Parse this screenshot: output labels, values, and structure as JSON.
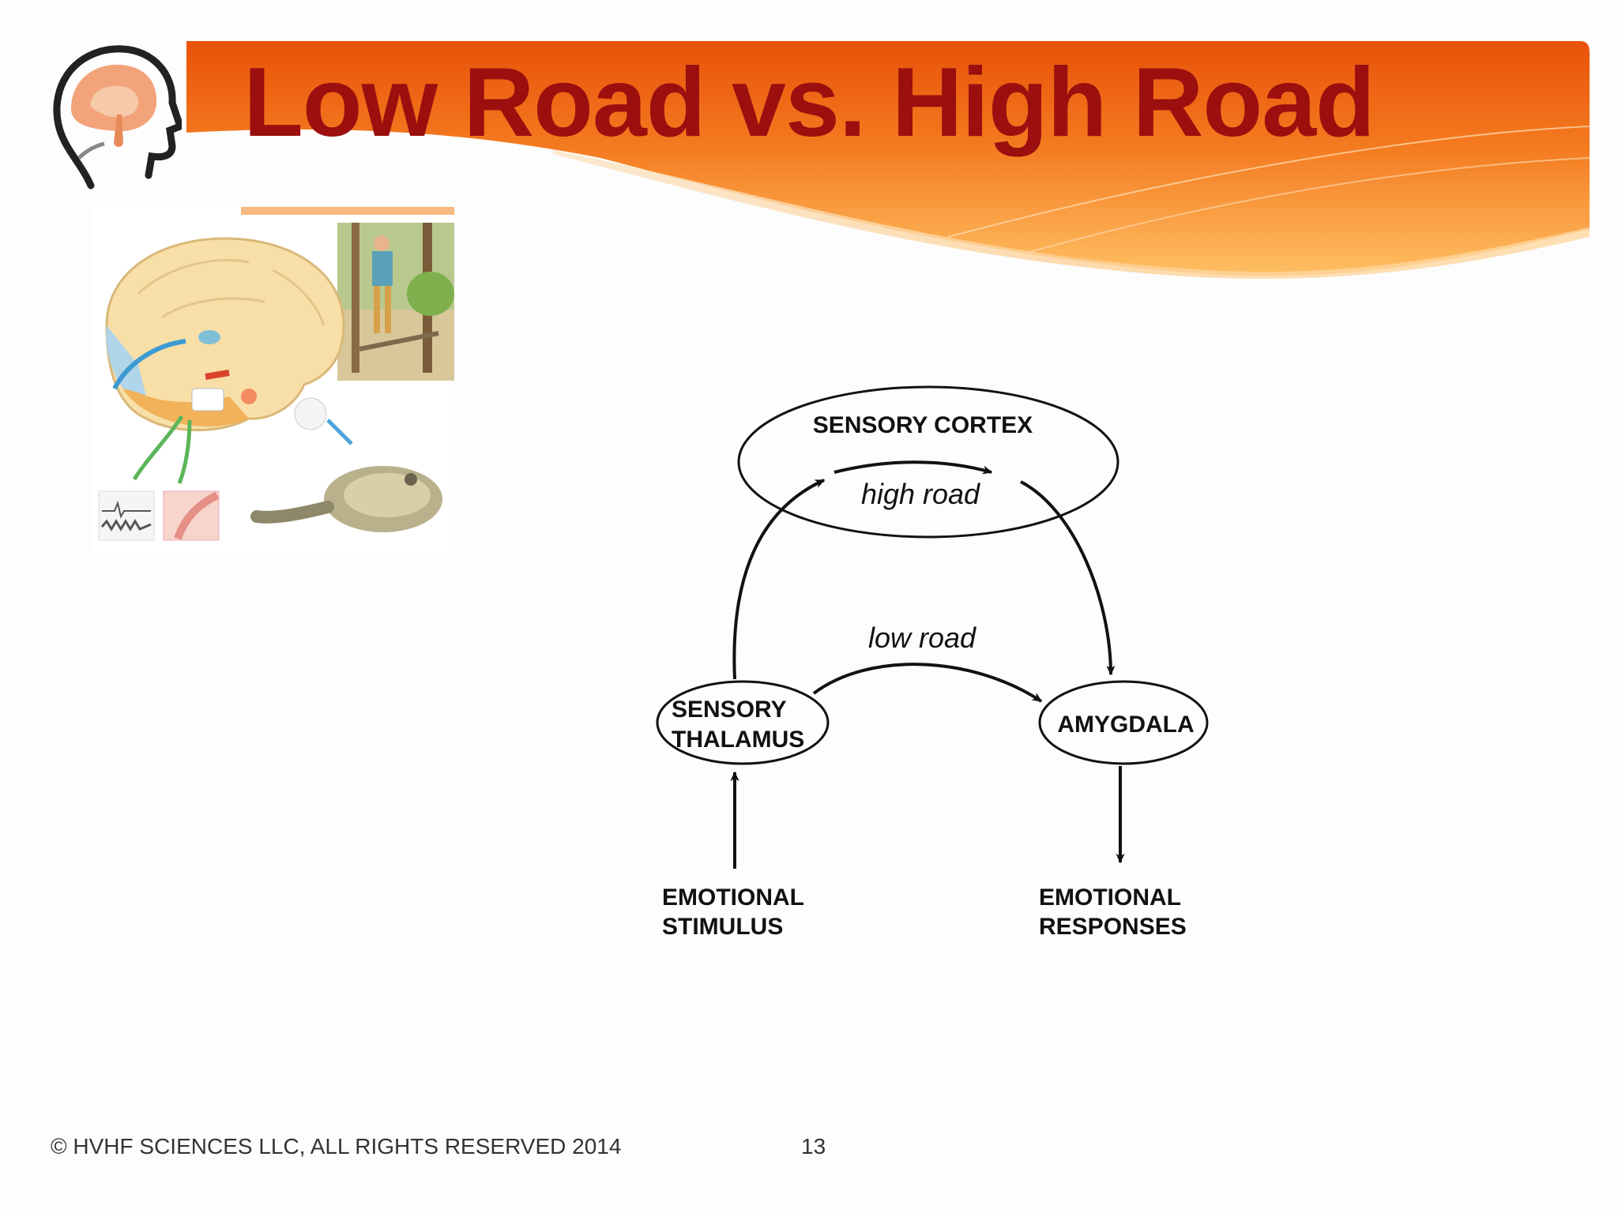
{
  "slide": {
    "title": "Low Road vs. High Road",
    "footer": "© HVHF SCIENCES LLC, ALL RIGHTS RESERVED 2014",
    "page_number": "13"
  },
  "colors": {
    "title": "#9b0f0f",
    "banner_dark": "#e8520a",
    "banner_light": "#ffc060"
  },
  "diagram": {
    "nodes": {
      "sensory_cortex": "SENSORY CORTEX",
      "sensory_thalamus_line1": "SENSORY",
      "sensory_thalamus_line2": "THALAMUS",
      "amygdala": "AMYGDALA",
      "emotional_stimulus_line1": "EMOTIONAL",
      "emotional_stimulus_line2": "STIMULUS",
      "emotional_responses_line1": "EMOTIONAL",
      "emotional_responses_line2": "RESPONSES"
    },
    "edges": {
      "high_road": "high road",
      "low_road": "low road"
    }
  },
  "illustration": {
    "icons": [
      "brain-illustration",
      "snake-illustration",
      "hiker-illustration"
    ]
  }
}
